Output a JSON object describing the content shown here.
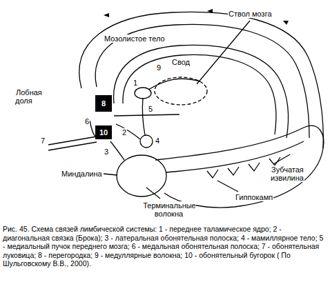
{
  "diagram": {
    "caption": "Рис. 45. Схема связей лимбической системы: 1 - переднее таламическое ядро; 2 - диагональная связка (Брока); 3 - латеральная обонятельная полоска; 4 - мамиллярное тело; 5 - медиальный пучок переднего мозга; 6 - медальная обонятельная полоска; 7 - обонятельная луковица; 8 - перегородка; 9 - медуллярные волокна; 10 - обонятельный бугорок ( По Шульговскому В.В., 2000).",
    "labels": [
      "Ствол мозга",
      "Мозолистое тело",
      "Свод",
      "Лобная доля",
      "Миндалина",
      "Терминальные волокна",
      "Зубчатая извилина",
      "Гиппокамп",
      "1",
      "9",
      "5",
      "4",
      "2",
      "8",
      "6",
      "10",
      "7",
      "3"
    ]
  }
}
